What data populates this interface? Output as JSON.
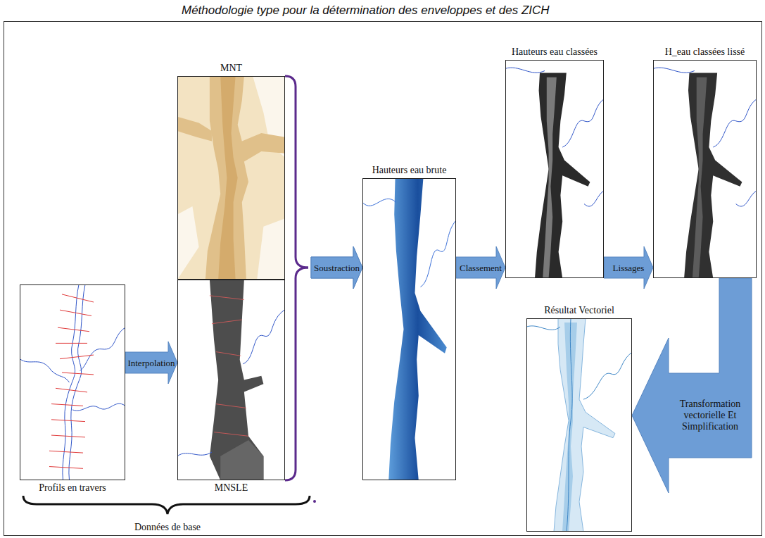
{
  "diagram": {
    "title": "Méthodologie type pour la détermination des enveloppes et des ZICH",
    "nodes": [
      {
        "text": [
          "Profils en travers"
        ]
      },
      {
        "text": [
          "MNT"
        ]
      },
      {
        "text": [
          "MNSLE"
        ]
      },
      {
        "text": [
          "Hauteurs eau brute"
        ]
      },
      {
        "text": [
          "Hauteurs eau classées"
        ]
      },
      {
        "text": [
          "H_eau classées lissé"
        ]
      },
      {
        "text": [
          "Résultat Vectoriel"
        ]
      }
    ],
    "edges": [
      {
        "from": 0,
        "to": 2,
        "arrow": "to",
        "label": "Interpolation"
      },
      {
        "from": 1,
        "to": 3,
        "arrow": "to",
        "label": "Soustraction"
      },
      {
        "from": 2,
        "to": 3,
        "arrow": "to"
      },
      {
        "from": 3,
        "to": 4,
        "arrow": "to",
        "label": "Classement"
      },
      {
        "from": 4,
        "to": 5,
        "arrow": "to",
        "label": "Lissages"
      },
      {
        "from": 5,
        "to": 6,
        "arrow": "to",
        "label": "Transformation vectorielle Et Simplification"
      }
    ],
    "labels": [
      "Données de base"
    ]
  }
}
